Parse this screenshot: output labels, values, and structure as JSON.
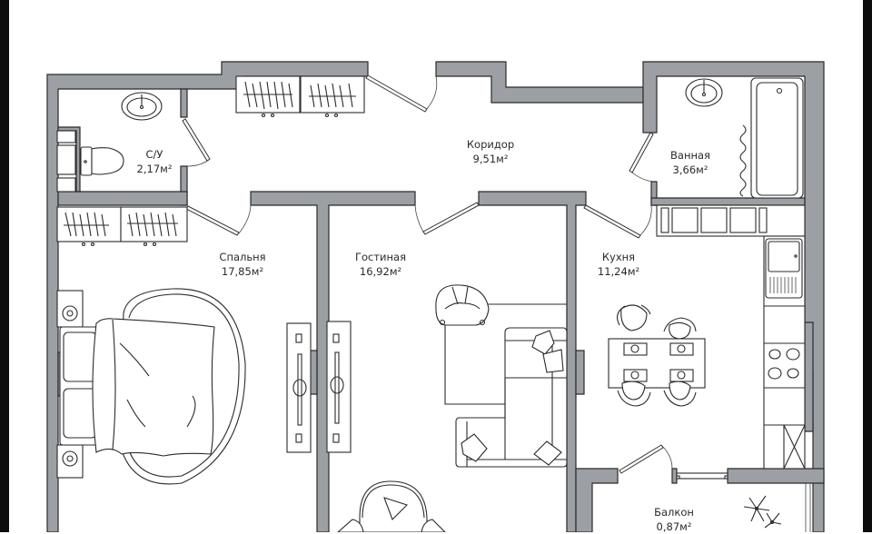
{
  "floor_plan": {
    "rooms": [
      {
        "id": "bathroom-wc",
        "name": "С/У",
        "area": "2,17м²"
      },
      {
        "id": "corridor",
        "name": "Коридор",
        "area": "9,51м²"
      },
      {
        "id": "bathroom",
        "name": "Ванная",
        "area": "3,66м²"
      },
      {
        "id": "bedroom",
        "name": "Спальня",
        "area": "17,85м²"
      },
      {
        "id": "living-room",
        "name": "Гостиная",
        "area": "16,92м²"
      },
      {
        "id": "kitchen",
        "name": "Кухня",
        "area": "11,24м²"
      },
      {
        "id": "balcony",
        "name": "Балкон",
        "area": "0,87м²"
      }
    ],
    "colors": {
      "wall_fill": "#9ca0a5",
      "wall_outline": "#2a2a2a",
      "background": "#ffffff",
      "frame_bars": "#0d0d0d"
    }
  }
}
